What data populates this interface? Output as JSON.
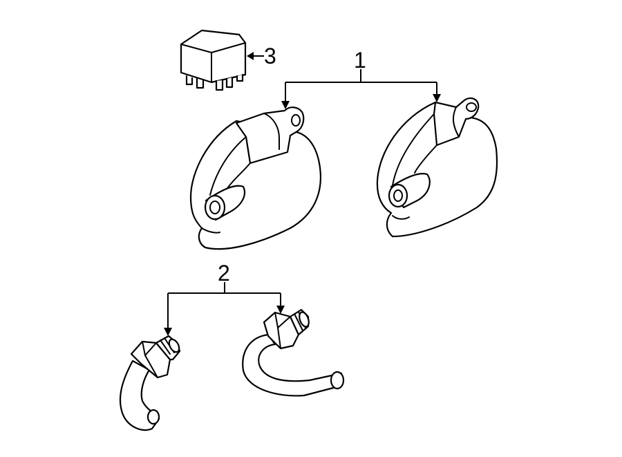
{
  "colors": {
    "line": "#000000",
    "background": "#ffffff"
  },
  "callouts": [
    {
      "number": "1",
      "part": "horn"
    },
    {
      "number": "2",
      "part": "horn-connector"
    },
    {
      "number": "3",
      "part": "relay"
    }
  ]
}
